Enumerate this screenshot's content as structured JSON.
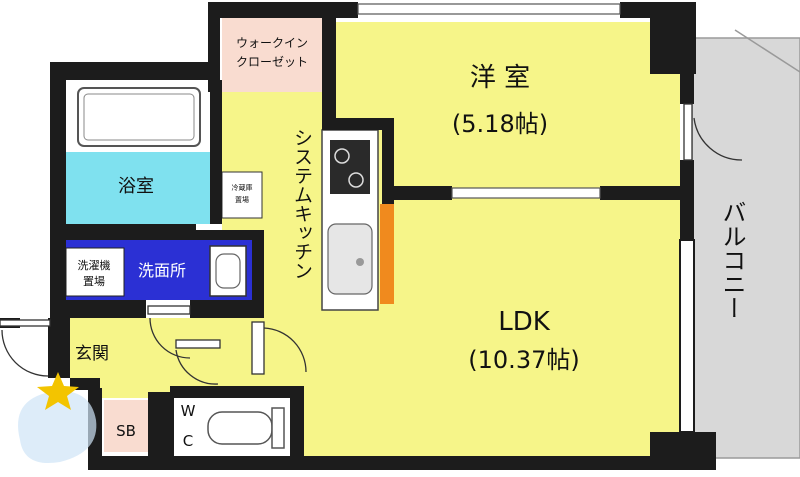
{
  "rooms": {
    "walkin_closet": {
      "line1": "ウォークイン",
      "line2": "クローゼット"
    },
    "western_room": {
      "name": "洋 室",
      "size": "(5.18帖)"
    },
    "kitchen": {
      "name": "システムキッチン"
    },
    "fridge": {
      "line1": "冷蔵庫",
      "line2": "置場"
    },
    "bath": {
      "name": "浴室"
    },
    "washer": {
      "line1": "洗濯機",
      "line2": "置場"
    },
    "washroom": {
      "name": "洗面所"
    },
    "entrance": {
      "name": "玄関"
    },
    "shoe_box": {
      "name": "SB"
    },
    "toilet": {
      "line1": "W",
      "line2": "C"
    },
    "ldk": {
      "name": "LDK",
      "size": "(10.37帖)"
    },
    "balcony": {
      "name": "バルコニー"
    }
  },
  "colors": {
    "room_fill": "#f6f589",
    "bath_fill": "#7fe1ef",
    "washroom_fill": "#2b30d4",
    "closet_fill": "#f9dcd0",
    "balcony_fill": "#d8d8d8",
    "wall": "#1c1c1c",
    "counter_accent": "#f08a1e"
  }
}
